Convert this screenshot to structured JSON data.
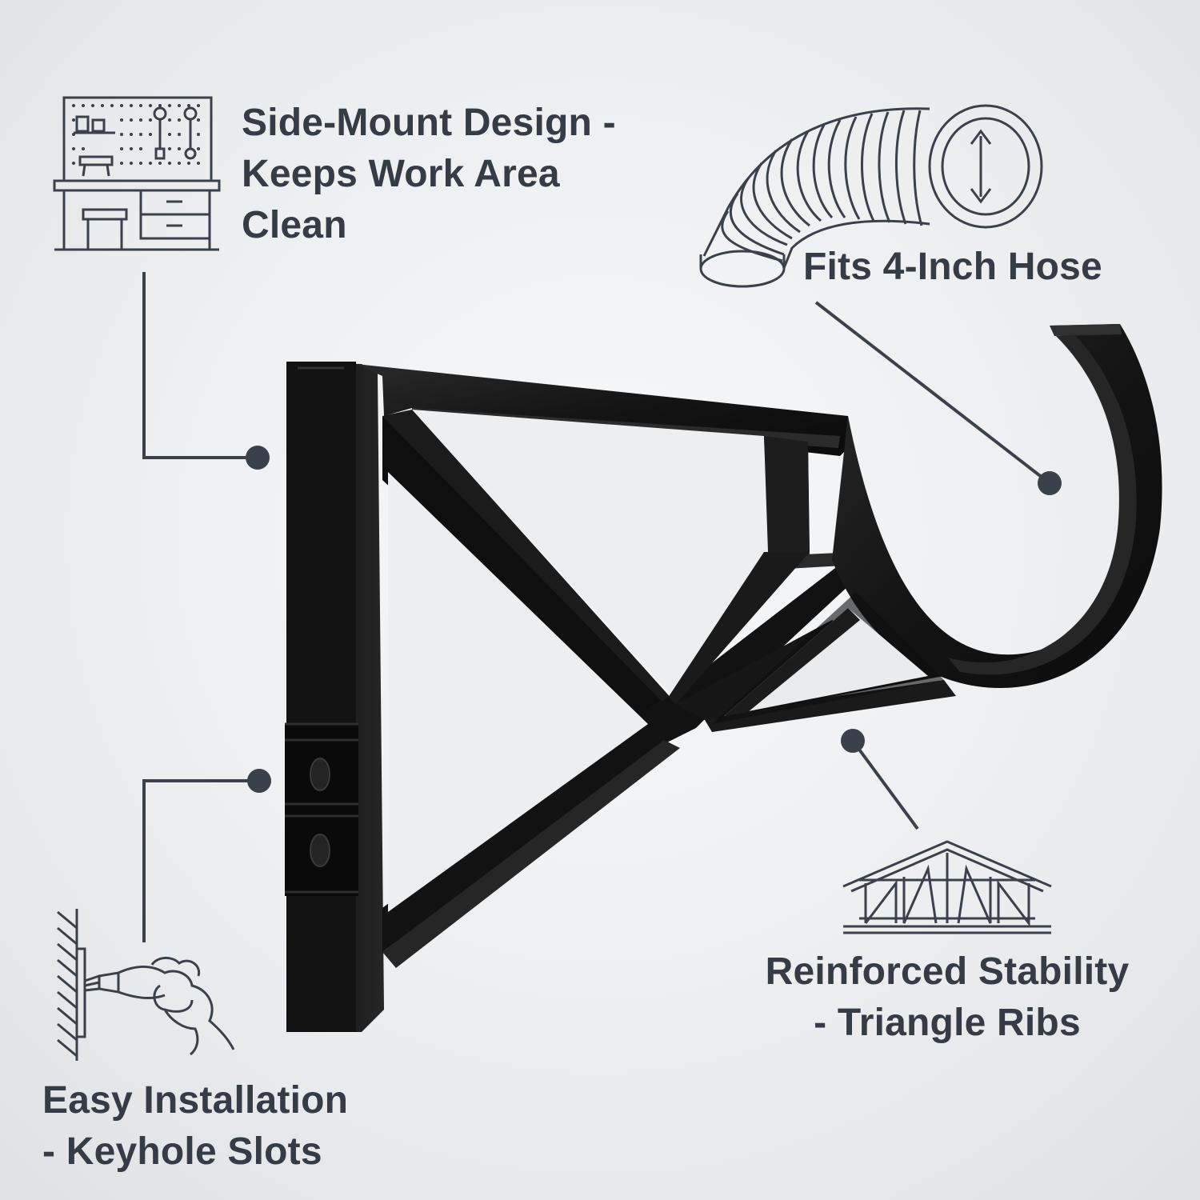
{
  "features": {
    "side_mount": {
      "line1": "Side-Mount Design -",
      "line2": "Keeps Work Area",
      "line3": "Clean"
    },
    "hose": {
      "line1": "Fits 4-Inch Hose"
    },
    "reinforced": {
      "line1": "Reinforced Stability",
      "line2": "- Triangle Ribs"
    },
    "installation": {
      "line1": "Easy Installation",
      "line2": "- Keyhole Slots"
    }
  },
  "icons": [
    "workbench-icon",
    "flexible-hose-icon",
    "roof-truss-icon",
    "screwdriver-hand-icon"
  ],
  "colors": {
    "text": "#353c45",
    "icon_line": "#3a414a",
    "bracket": "#151515",
    "background": "#eceef0"
  }
}
